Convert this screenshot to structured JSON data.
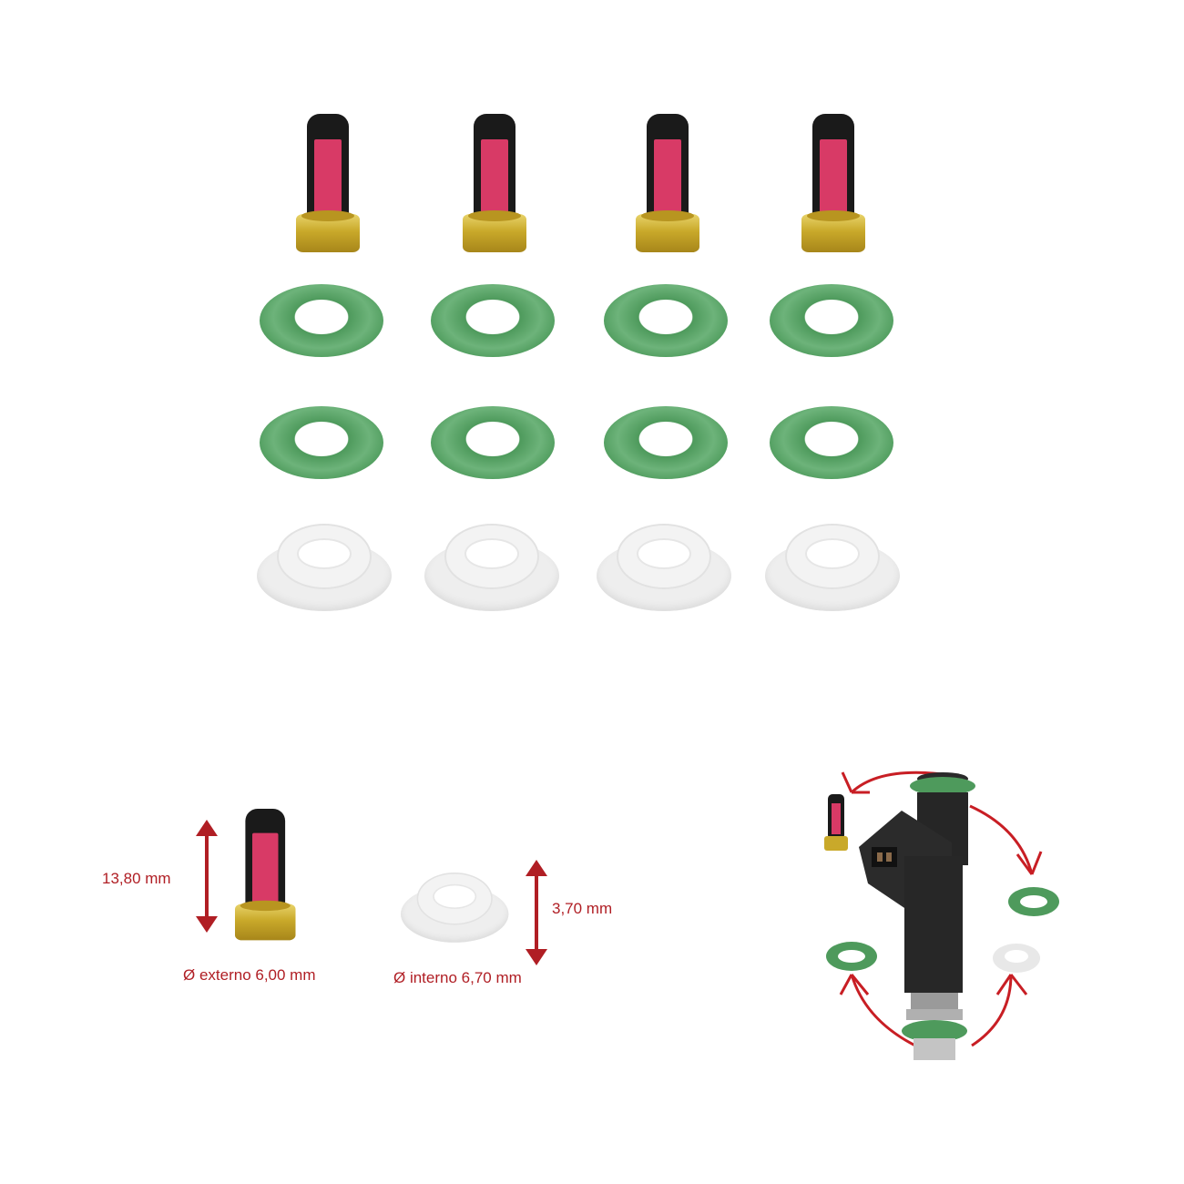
{
  "product": {
    "kit_rows": [
      {
        "name": "fuel-microfilters",
        "count": 4
      },
      {
        "name": "green-orings-top",
        "count": 4
      },
      {
        "name": "green-orings-bottom",
        "count": 4
      },
      {
        "name": "white-spacer-cups",
        "count": 4
      }
    ]
  },
  "dimensions": {
    "filter_height": "13,80 mm",
    "filter_outer_diameter": "Ø externo 6,00 mm",
    "cup_height": "3,70 mm",
    "cup_inner_diameter": "Ø interno 6,70 mm"
  },
  "colors": {
    "dimension_red": "#b01e24",
    "oring_green": "#4e9a5c",
    "filter_mesh": "#d83a66",
    "brass": "#c9a92a"
  }
}
